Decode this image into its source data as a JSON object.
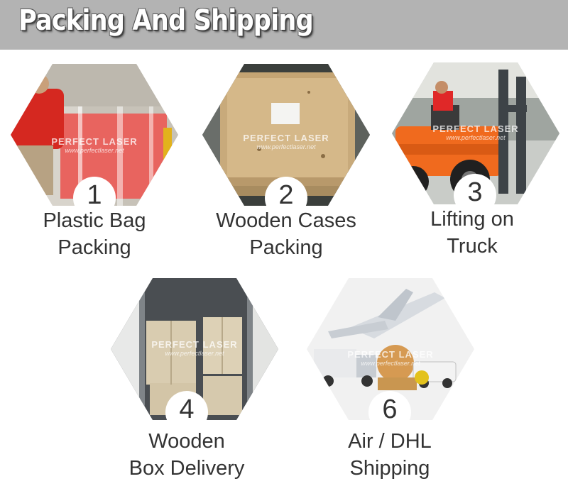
{
  "header": {
    "title": "Packing And Shipping"
  },
  "watermark": {
    "brand": "PERFECT LASER",
    "site": "www.perfectlaser.net"
  },
  "steps": [
    {
      "number": "1",
      "line1": "Plastic Bag",
      "line2": "Packing"
    },
    {
      "number": "2",
      "line1": "Wooden Cases",
      "line2": "Packing"
    },
    {
      "number": "3",
      "line1": "Lifting on",
      "line2": "Truck"
    },
    {
      "number": "4",
      "line1": "Wooden",
      "line2": "Box Delivery"
    },
    {
      "number": "6",
      "line1": "Air / DHL",
      "line2": "Shipping"
    }
  ],
  "colors": {
    "header_bg": "#b3b3b3",
    "text": "#333333"
  }
}
